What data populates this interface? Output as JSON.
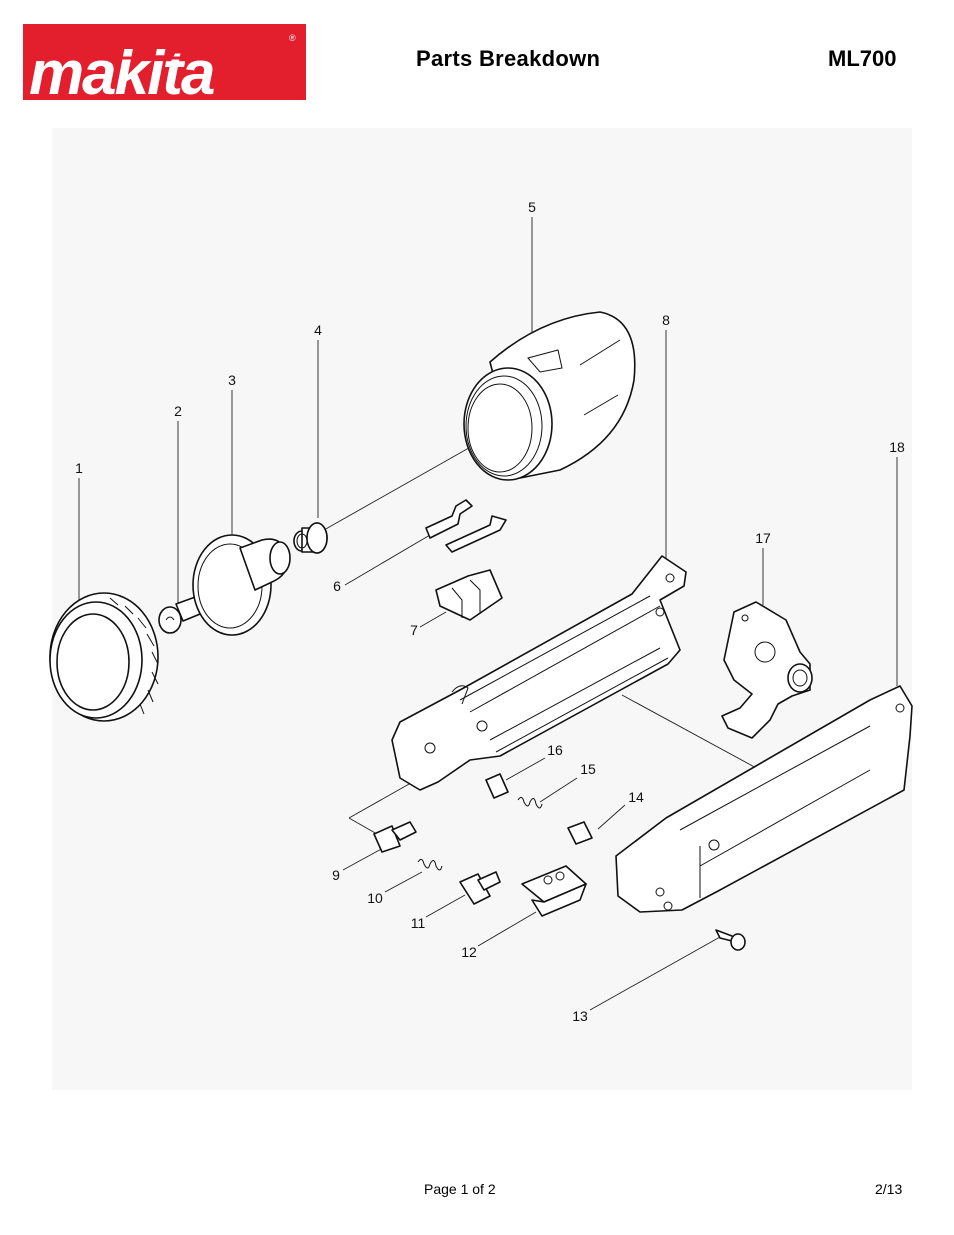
{
  "brand": {
    "logo_text": "makita",
    "color": "#e31e2d"
  },
  "header": {
    "title": "Parts Breakdown",
    "model": "ML700"
  },
  "diagram": {
    "callouts": [
      "1",
      "2",
      "3",
      "4",
      "5",
      "6",
      "7",
      "8",
      "9",
      "10",
      "11",
      "12",
      "13",
      "14",
      "15",
      "16",
      "17",
      "18"
    ]
  },
  "footer": {
    "page": "Page 1 of 2",
    "date": "2/13"
  }
}
